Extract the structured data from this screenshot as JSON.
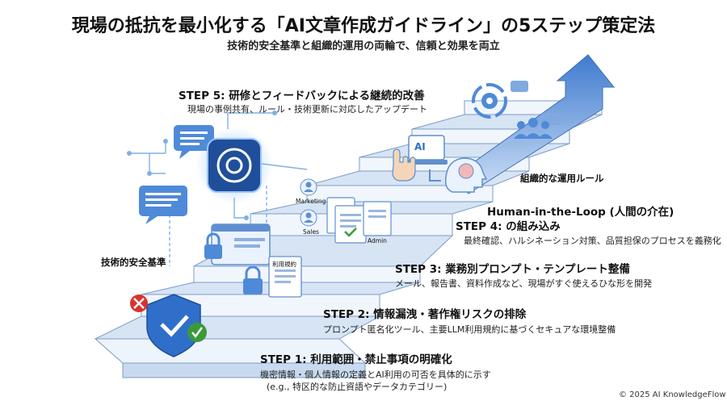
{
  "title": "現場の抵抗を最小化する「AI文章作成ガイドライン」の5ステップ策定法",
  "subtitle": "技術的安全基準と組織的運用の両輪で、信頼と効果を両立",
  "steps": [
    {
      "heading": "STEP 1: 利用範囲・禁止事項の明確化",
      "desc1": "機密情報・個人情報の定義とAI利用の可否を具体的に示す",
      "desc2": "(e.g., 特区的な防止資語やデータカテゴリー)"
    },
    {
      "heading": "STEP 2: 情報漏洩・著作権リスクの排除",
      "desc1": "プロンプト匿名化ツール、主要LLM利用規約に基づくセキュアな環境整備"
    },
    {
      "heading": "STEP 3: 業務別プロンプト・テンプレート整備",
      "desc1": "メール、報告書、資料作成など、現場がすぐ使えるひな形を開発"
    },
    {
      "heading1": "Human-in-the-Loop (人間の介在)",
      "heading2": "STEP 4: の組み込み",
      "desc1": "最終確認、ハルシネーション対策、品質担保のプロセスを義務化"
    },
    {
      "heading": "STEP 5: 研修とフィードバックによる継続的改善",
      "desc1": "現場の事例共有、ルール・技術更新に対応したアップデート"
    }
  ],
  "side_labels": {
    "left": "技術的安全基準",
    "right": "組織的な運用ルール"
  },
  "icon_labels": {
    "document_tag": "利用規約",
    "marketing": "Marketing",
    "sales": "Sales",
    "admin": "Admin",
    "ai_screen": "AI"
  },
  "icons": [
    "shield-check-icon",
    "cross-badge-icon",
    "check-badge-icon",
    "padlock-icon",
    "document-icon",
    "browser-window-icon",
    "chat-bubble-icon",
    "ai-chip-icon",
    "user-icon",
    "hand-pointer-icon",
    "brain-head-icon",
    "gear-cycle-icon",
    "team-icon",
    "arrow-up-icon"
  ],
  "colors": {
    "accent": "#3f7bd0",
    "stair_top": "#f1f6fd",
    "stair_front": "#ccdcf0",
    "danger": "#d9342b",
    "success": "#3a9a3a"
  },
  "footer": "© 2025 AI KnowledgeFlow"
}
